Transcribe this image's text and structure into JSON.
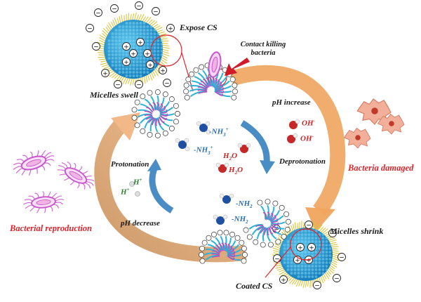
{
  "labels": {
    "expose_cs": "Expose CS",
    "contact_killing": "Contact killing bacteria",
    "micelles_swell": "Micelles swell",
    "ph_increase": "pH increase",
    "deprotonation": "Deprotonation",
    "bacteria_damaged": "Bacteria damaged",
    "protonation": "Protonation",
    "ph_decrease": "pH decrease",
    "bacterial_reproduction": "Bacterial reproduction",
    "micelles_shrink": "Micelles shrink",
    "coated_cs": "Coated CS"
  },
  "species": {
    "nh3_plus": "-NH",
    "nh3_sub": "3",
    "plus": "+",
    "oh": "OH",
    "minus": "-",
    "h2o_h": "H",
    "h2o_sub": "2",
    "h2o_o": "O",
    "nh2": "-NH",
    "nh2_sub": "2",
    "h_plus": "H"
  },
  "colors": {
    "accent_red": "#e0242a",
    "micelle_core": "#1c9bd6",
    "shell_fibers": "#d8c640",
    "arrow_orange": "#f0a45e",
    "arrow_blue": "#4a8cc4",
    "bacteria_pink": "#d36bd6",
    "damaged_orange": "#e08a6a"
  }
}
